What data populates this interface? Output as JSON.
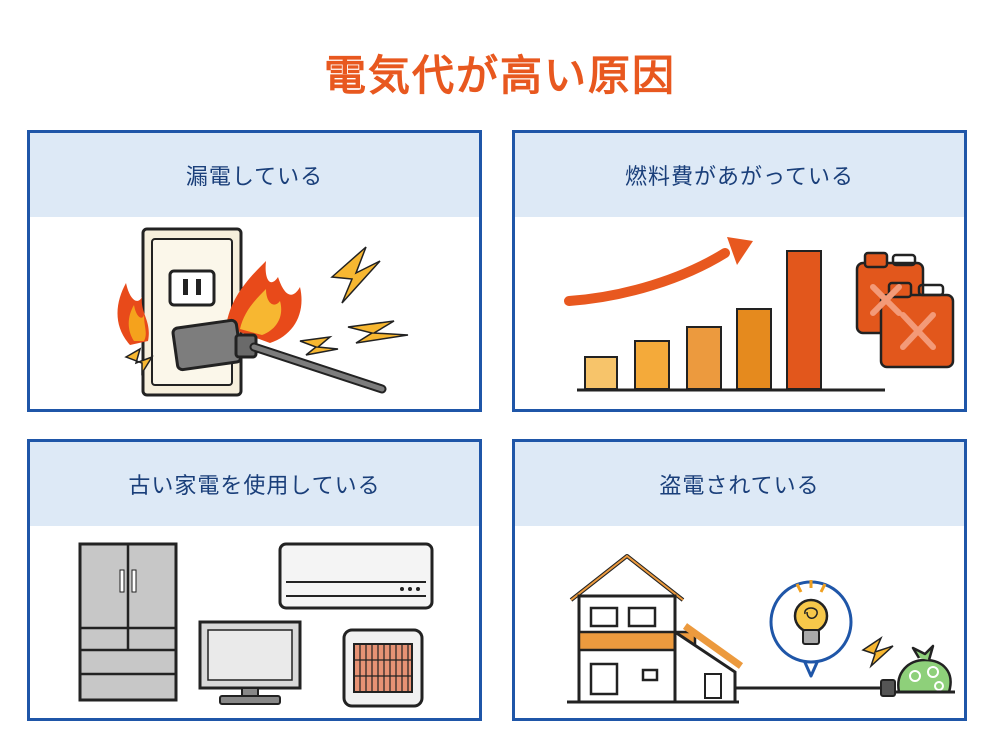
{
  "title": "電気代が高い原因",
  "colors": {
    "title": "#e8581f",
    "border": "#1f56a8",
    "header_bg": "#dde9f6",
    "header_text": "#1a3f7a"
  },
  "cards": [
    {
      "heading": "漏電している",
      "illustration": "burning-outlet-icon"
    },
    {
      "heading": "燃料費があがっている",
      "illustration": "rising-bar-chart-icon"
    },
    {
      "heading": "古い家電を使用している",
      "illustration": "old-appliances-icon"
    },
    {
      "heading": "盗電されている",
      "illustration": "electricity-theft-icon"
    }
  ]
}
